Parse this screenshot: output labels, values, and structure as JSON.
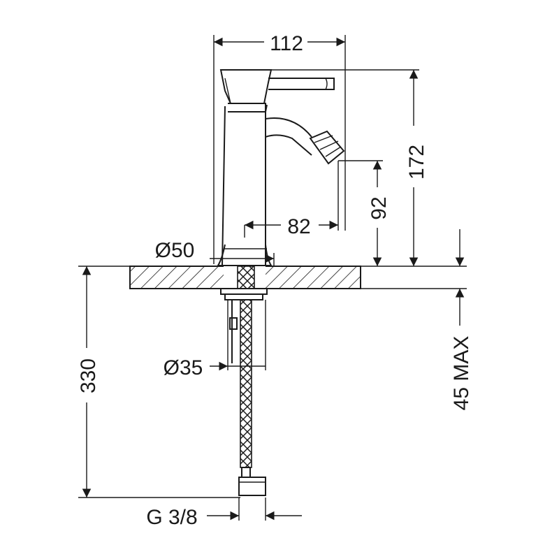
{
  "dimensions": {
    "spout_width": "112",
    "total_height": "172",
    "outlet_height": "92",
    "spout_reach": "82",
    "base_diameter": "Ø50",
    "shank_diameter": "Ø35",
    "hose_length": "330",
    "deck_thickness": "45 MAX",
    "connection": "G 3/8"
  }
}
